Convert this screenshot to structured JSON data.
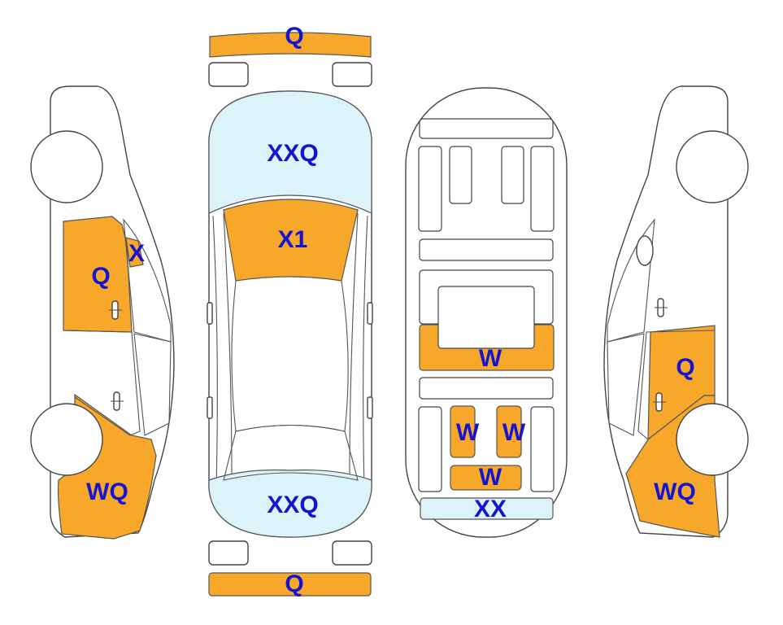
{
  "colors": {
    "damage_orange": "#F7A82B",
    "damage_blue": "#DDF3FA",
    "label_text": "#1515D0",
    "outline": "#444444"
  },
  "views": {
    "left_side": {
      "upper_door": "Q",
      "window_pillar": "X",
      "rear_quarter": "WQ"
    },
    "top": {
      "front_bumper": "Q",
      "hood": "XXQ",
      "windshield": "X1",
      "trunk": "XXQ",
      "rear_bumper": "Q"
    },
    "underbody": {
      "center_panel": "W",
      "left_pad": "W",
      "right_pad": "W",
      "lower_pad": "W",
      "rear_strip": "XX"
    },
    "right_side": {
      "door": "Q",
      "rear_quarter": "WQ"
    }
  }
}
